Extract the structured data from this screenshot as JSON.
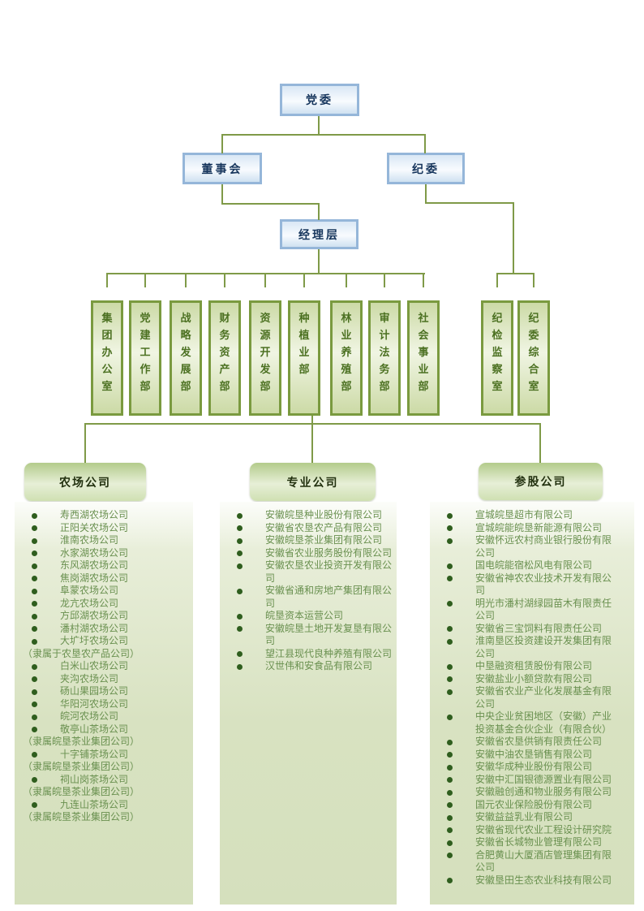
{
  "org": {
    "party": "党委",
    "board": "董事会",
    "discipline": "纪委",
    "management": "经理层",
    "departments": [
      "集团办公室",
      "党建工作部",
      "战略发展部",
      "财务资产部",
      "资源开发部",
      "种植业部",
      "林业养殖部",
      "审计法务部",
      "社会事业部"
    ],
    "discipline_offices": [
      "纪检监察室",
      "纪委综合室"
    ],
    "groups": [
      {
        "title": "农场公司",
        "items": [
          {
            "text": "寿西湖农场公司",
            "bullet": true
          },
          {
            "text": "正阳关农场公司",
            "bullet": true
          },
          {
            "text": "淮南农场公司",
            "bullet": true
          },
          {
            "text": "水家湖农场公司",
            "bullet": true
          },
          {
            "text": "东风湖农场公司",
            "bullet": true
          },
          {
            "text": "焦岗湖农场公司",
            "bullet": true
          },
          {
            "text": "阜蒙农场公司",
            "bullet": true
          },
          {
            "text": "龙亢农场公司",
            "bullet": true
          },
          {
            "text": "方邱湖农场公司",
            "bullet": true
          },
          {
            "text": "潘村湖农场公司",
            "bullet": true
          },
          {
            "text": "大圹圩农场公司",
            "bullet": true
          },
          {
            "text": "（隶属于农垦农产品公司）",
            "bullet": false
          },
          {
            "text": "白米山农场公司",
            "bullet": true
          },
          {
            "text": "夹沟农场公司",
            "bullet": true
          },
          {
            "text": "砀山果园场公司",
            "bullet": true
          },
          {
            "text": "华阳河农场公司",
            "bullet": true
          },
          {
            "text": "皖河农场公司",
            "bullet": true
          },
          {
            "text": "敬亭山茶场公司",
            "bullet": true
          },
          {
            "text": "（隶属皖垦茶业集团公司）",
            "bullet": false
          },
          {
            "text": "十字铺茶场公司",
            "bullet": true
          },
          {
            "text": "（隶属皖垦茶业集团公司）",
            "bullet": false
          },
          {
            "text": "祠山岗茶场公司",
            "bullet": true
          },
          {
            "text": "（隶属皖垦茶业集团公司）",
            "bullet": false
          },
          {
            "text": "九连山茶场公司",
            "bullet": true
          },
          {
            "text": "（隶属皖垦茶业集团公司）",
            "bullet": false
          }
        ]
      },
      {
        "title": "专业公司",
        "items": [
          {
            "text": "安徽皖垦种业股份有限公司",
            "bullet": true
          },
          {
            "text": "安徽省农垦农产品有限公司",
            "bullet": true
          },
          {
            "text": "安徽皖垦茶业集团有限公司",
            "bullet": true
          },
          {
            "text": "安徽省农业服务股份有限公司",
            "bullet": true
          },
          {
            "text": "安徽农垦农业投资开发有限公司",
            "bullet": true
          },
          {
            "text": "安徽省通和房地产集团有限公司",
            "bullet": true
          },
          {
            "text": "皖垦资本运营公司",
            "bullet": true
          },
          {
            "text": "安徽皖垦土地开发复垦有限公司",
            "bullet": true
          },
          {
            "text": "望江县现代良种养殖有限公司",
            "bullet": true
          },
          {
            "text": "汉世伟和安食品有限公司",
            "bullet": true
          }
        ]
      },
      {
        "title": "参股公司",
        "items": [
          {
            "text": "宣城皖垦超市有限公司",
            "bullet": true
          },
          {
            "text": "宣城皖能皖垦新能源有限公司",
            "bullet": true
          },
          {
            "text": "安徽怀远农村商业银行股份有限公司",
            "bullet": true
          },
          {
            "text": "国电皖能宿松风电有限公司",
            "bullet": true
          },
          {
            "text": "安徽省神农农业技术开发有限公司",
            "bullet": true
          },
          {
            "text": "明光市潘村湖绿园苗木有限责任公司",
            "bullet": true
          },
          {
            "text": "安徽省三宝饲料有限责任公司",
            "bullet": true
          },
          {
            "text": "淮南垦区投资建设开发集团有限公司",
            "bullet": true
          },
          {
            "text": "中垦融资租赁股份有限公司",
            "bullet": true
          },
          {
            "text": "安徽盐业小额贷款有限公司",
            "bullet": true
          },
          {
            "text": "安徽省农业产业化发展基金有限公司",
            "bullet": true
          },
          {
            "text": "中央企业贫困地区（安徽）产业投资基金合伙企业（有限合伙）",
            "bullet": true
          },
          {
            "text": "安徽省农垦供销有限责任公司",
            "bullet": true
          },
          {
            "text": "安徽中油农垦销售有限公司",
            "bullet": true
          },
          {
            "text": "安徽华成种业股份有限公司",
            "bullet": true
          },
          {
            "text": "安徽中汇国银德源置业有限公司",
            "bullet": true
          },
          {
            "text": "安徽融创通和物业服务有限公司",
            "bullet": true
          },
          {
            "text": "国元农业保险股份有限公司",
            "bullet": true
          },
          {
            "text": "安徽益益乳业有限公司",
            "bullet": true
          },
          {
            "text": "安徽省现代农业工程设计研究院",
            "bullet": true
          },
          {
            "text": "安徽省长城物业管理有限公司",
            "bullet": true
          },
          {
            "text": "合肥黄山大厦酒店管理集团有限公司",
            "bullet": true
          },
          {
            "text": "安徽垦田生态农业科技有限公司",
            "bullet": true
          }
        ]
      }
    ]
  },
  "colors": {
    "connector_line": "#7f9a48",
    "blue_box_border": "#95b6d9",
    "blue_box_text": "#17365d",
    "green_box_border": "#7a9a3f",
    "green_box_text": "#4c7122",
    "group_header_fill": "#b3cb8b",
    "panel_fill": "#d5e0bd",
    "list_text": "#69904f",
    "bullet": "#2f5e1e"
  }
}
